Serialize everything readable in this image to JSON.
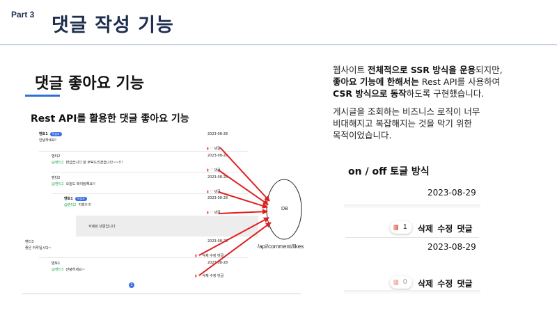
{
  "header": {
    "part_label": "Part 3",
    "title": "댓글 작성 기능"
  },
  "section": {
    "title": "댓글 좋아요 기능",
    "subtitle": "Rest API를 활용한 댓글 좋아요 기능"
  },
  "mock": {
    "comments": [
      {
        "author": "멘토1",
        "badge": "작성자",
        "text": "안녕하세요!",
        "date": "2023-08-28",
        "reply_label": "댓글"
      },
      {
        "author": "멘티2",
        "mention": "@멘티2",
        "text": "반갑습니다 잘 부탁드리겠습니다~~!!!",
        "date": "2023-08-28",
        "reply_label": "댓글"
      },
      {
        "author": "멘티2",
        "mention": "@멘티2",
        "text": "오늘도 화이팅해요!!",
        "date": "2023-08-28",
        "reply_label": "댓글"
      },
      {
        "author": "멘토1",
        "badge": "작성자",
        "mention": "@멘티2",
        "text": "카피!!!!!",
        "date": "2023-08-28",
        "reply_label": "댓글"
      },
      {
        "author": "멘티3",
        "text": "좋은 하루됩시다~",
        "date": "2023-08-28",
        "actions": "삭제 수정 댓글"
      },
      {
        "author": "멘토1",
        "mention": "@멘티3",
        "text": "안녕하세요~",
        "date": "2023-08-28",
        "actions": "삭제 수정 댓글"
      }
    ],
    "deleted_text": "삭제된 댓글입니다",
    "page_number": "1",
    "db_label": "DB",
    "api_label": "/api/comment/likes"
  },
  "description": {
    "p1_a": "웹사이트 ",
    "p1_b": "전체적으로 SSR 방식을 운용",
    "p1_c": "되지만,",
    "p1_d": "좋아요 기능에 한해서는",
    "p1_e": " Rest API를 사용하여",
    "p1_f": "CSR 방식으로 동작",
    "p1_g": "하도록 구현했습니다.",
    "p2_line1": "게시글을 조회하는 비즈니스 로직이 너무",
    "p2_line2": "비대해지고 복잡해지는 것을 막기 위한",
    "p2_line3": "목적이었습니다."
  },
  "toggle": {
    "title": "on / off 토글 방식",
    "items": [
      {
        "date": "2023-08-29",
        "like_count": "1",
        "actions": "삭제 수정 댓글",
        "state": "on"
      },
      {
        "date": "2023-08-29",
        "like_count": "0",
        "actions": "삭제 수정 댓글",
        "state": "off"
      }
    ]
  },
  "colors": {
    "title": "#1f2d4f",
    "accent": "#2f6fdc",
    "arrow": "#e01e1e",
    "badge": "#3b6fe0",
    "mention": "#2ba84a"
  }
}
